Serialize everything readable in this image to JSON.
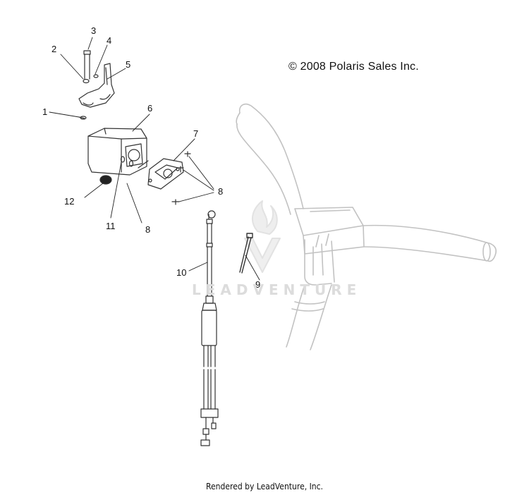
{
  "copyright": "© 2008 Polaris Sales Inc.",
  "footer": "Rendered by LeadVenture, Inc.",
  "watermark": "LEADVENTURE",
  "callouts": [
    "1",
    "2",
    "3",
    "4",
    "5",
    "6",
    "7",
    "8",
    "8",
    "9",
    "10",
    "11",
    "12"
  ],
  "icons": {
    "watermark_logo": "flame-v-logo-icon"
  }
}
